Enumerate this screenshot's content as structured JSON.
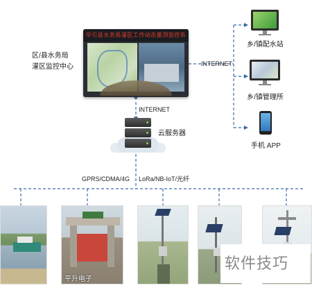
{
  "center": {
    "label_line1": "区/县水务局",
    "label_line2": "灌区监控中心",
    "wall_banner": "华引县水务局灌区工作动态量测监控系统"
  },
  "links": {
    "internet_right": "INTERNET",
    "internet_down": "INTERNET",
    "gprs": "GPRS/CDMA/4G",
    "lora": "LoRa/NB-IoT/光纤"
  },
  "cloud_server": {
    "label": "云服务器"
  },
  "clients": [
    {
      "label": "乡/镇配水站",
      "icon": "desktop-monitor-icon"
    },
    {
      "label": "乡/镇管理所",
      "icon": "map-monitor-icon"
    },
    {
      "label": "手机 APP",
      "icon": "smartphone-icon"
    }
  ],
  "field_photos": [
    {
      "scene": "river-pump-station",
      "caption": ""
    },
    {
      "scene": "gate-station",
      "caption": "平升电子"
    },
    {
      "scene": "solar-pole-channel",
      "caption": ""
    },
    {
      "scene": "solar-pole-field",
      "caption": ""
    },
    {
      "scene": "weather-station",
      "caption": ""
    }
  ],
  "watermark": "软件技巧",
  "colors": {
    "connector": "#3f6aa8",
    "banner_text": "#e33b2e"
  }
}
